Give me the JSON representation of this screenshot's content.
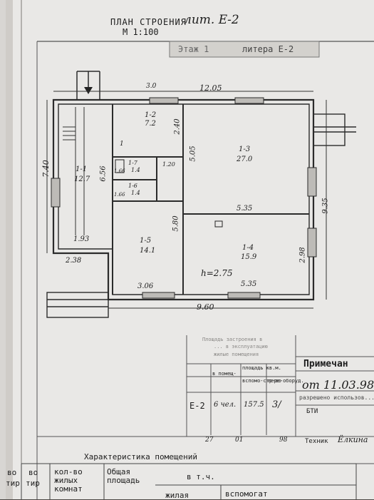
{
  "header": {
    "title": "ПЛАН СТРОЕНИЯ",
    "title_handwritten": "лит. Е-2",
    "scale": "М 1:100",
    "stamp": "Этаж 1",
    "stamp_litera": "литера Е-2"
  },
  "dimensions": {
    "top_length": "12.05",
    "left_height": "7.40",
    "bottom_length": "9.60",
    "right_height": "9.35",
    "corridor_height": "6.56",
    "stair_width": "3.0",
    "room_1_2_height": "2.40",
    "room_1_3_height": "5.05",
    "room_1_5_height": "5.80",
    "right_lower_height": "2.98",
    "middle_wall": "5.35",
    "bottom_right": "5.35",
    "bottom_middle": "3.06",
    "left_bottom": "1.93",
    "left_porch": "2.38",
    "small_1": "1.20",
    "small_2": "1.66",
    "small_3": "1.66",
    "ceiling_height": "h=2.75"
  },
  "rooms": [
    {
      "id": "1-1",
      "area": "12.7"
    },
    {
      "id": "1-2",
      "area": "7.2"
    },
    {
      "id": "1-3",
      "area": "27.0"
    },
    {
      "id": "1-4",
      "area": "15.9"
    },
    {
      "id": "1-5",
      "area": "14.1"
    },
    {
      "id": "1-6",
      "area": "1.4"
    },
    {
      "id": "1-7",
      "area": "1.4"
    }
  ],
  "stair_label": "1",
  "table": {
    "faded_header_1": "Площадь застроения в",
    "faded_header_2": "... в эксплуатацию",
    "faded_header_3": "жилые помещения",
    "col_area": "площадь кв.м.",
    "col_rooms": "в помещ-",
    "col_aux": "вспомо-стр-во",
    "col_equip": "пере-оборуд.",
    "row_litera": "Е-2",
    "row_rooms": "6 чел.",
    "row_area": "157.5",
    "row_extra": "3/"
  },
  "notes": {
    "title": "Примечан",
    "line1": "от 11.03.98",
    "line2": "разрешено использов...",
    "line3": "БТИ"
  },
  "footer": {
    "numbers": [
      "27",
      "01",
      "98"
    ],
    "technik": "Техник",
    "technik_sign": "Ёлкина"
  },
  "characteristics": {
    "title": "Характеристика помещений",
    "col1": "во",
    "col1b": "тир",
    "col2": "во",
    "col2b": "тир",
    "col3": "кол-во жилых комнат",
    "col4": "Общая площадь",
    "col5": "в т.ч.",
    "col6": "жилая",
    "col7": "вспомогат"
  }
}
